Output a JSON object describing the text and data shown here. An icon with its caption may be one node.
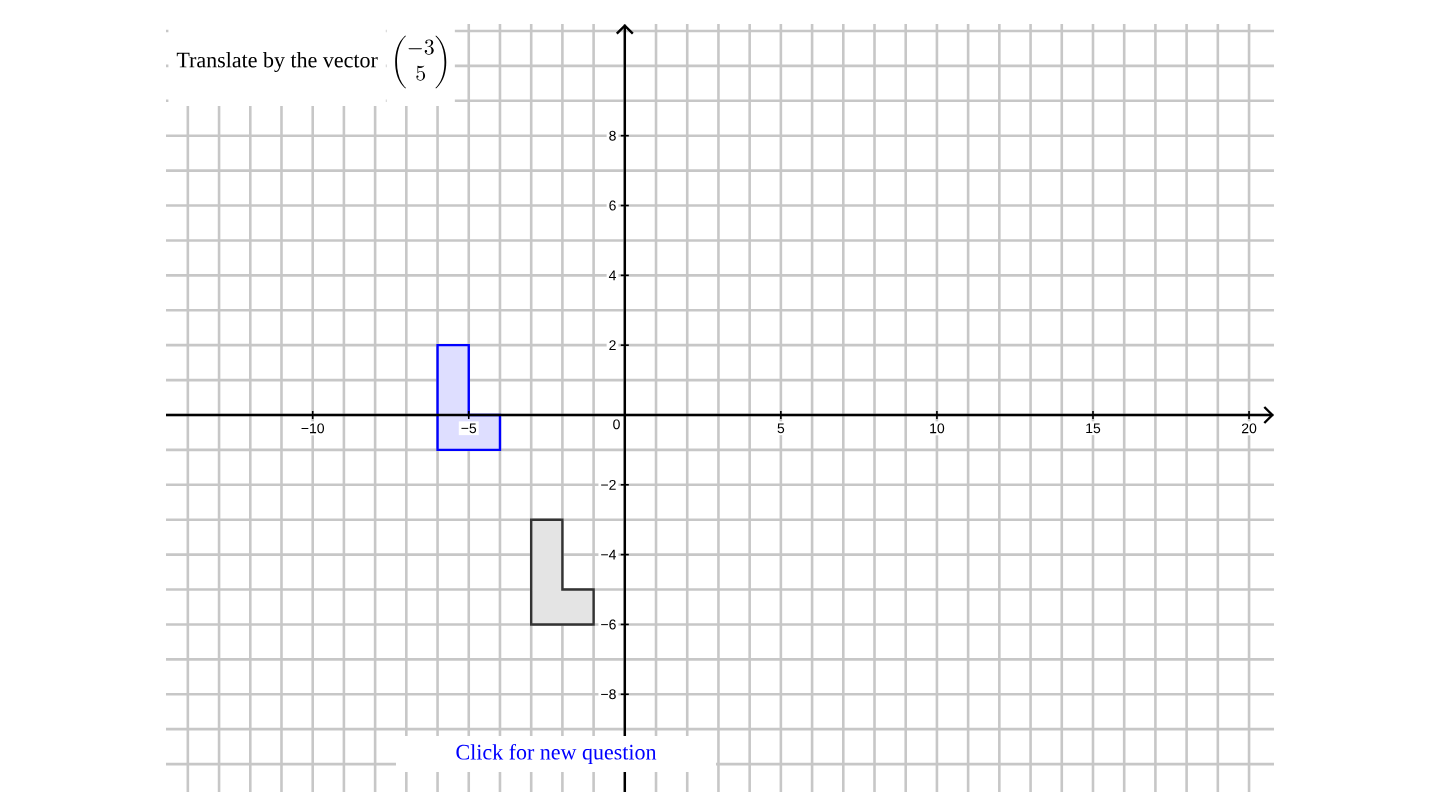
{
  "diagram": {
    "title": "Translate by the vector",
    "labels": [
      "\\begin{pmatrix}-3\\\\5\\end{pmatrix}",
      "Click for new question"
    ],
    "chart_data": {
      "type": "area",
      "grid": true,
      "xlim": [
        -14.7,
        20.8
      ],
      "ylim": [
        -10.8,
        11.2
      ],
      "xticks": [
        {
          "value": -10,
          "label": "−10"
        },
        {
          "value": -5,
          "label": "−5"
        },
        {
          "value": 0,
          "label": "0"
        },
        {
          "value": 5,
          "label": "5"
        },
        {
          "value": 10,
          "label": "10"
        },
        {
          "value": 15,
          "label": "15"
        },
        {
          "value": 20,
          "label": "20"
        }
      ],
      "yticks": [
        {
          "value": -8,
          "label": "−8"
        },
        {
          "value": -6,
          "label": "−6"
        },
        {
          "value": -4,
          "label": "−4"
        },
        {
          "value": -2,
          "label": "−2"
        },
        {
          "value": 2,
          "label": "2"
        },
        {
          "value": 4,
          "label": "4"
        },
        {
          "value": 6,
          "label": "6"
        },
        {
          "value": 8,
          "label": "8"
        }
      ],
      "series": [
        {
          "color": "#0000ff",
          "x": [
            -6,
            -5,
            -5,
            -4,
            -4,
            -6
          ],
          "values": [
            2,
            2,
            0,
            0,
            -1,
            -1
          ]
        },
        {
          "color": "#333333",
          "x": [
            -3,
            -2,
            -2,
            -1,
            -1,
            -3
          ],
          "values": [
            -3,
            -3,
            -5,
            -5,
            -6,
            -6
          ]
        }
      ]
    }
  }
}
